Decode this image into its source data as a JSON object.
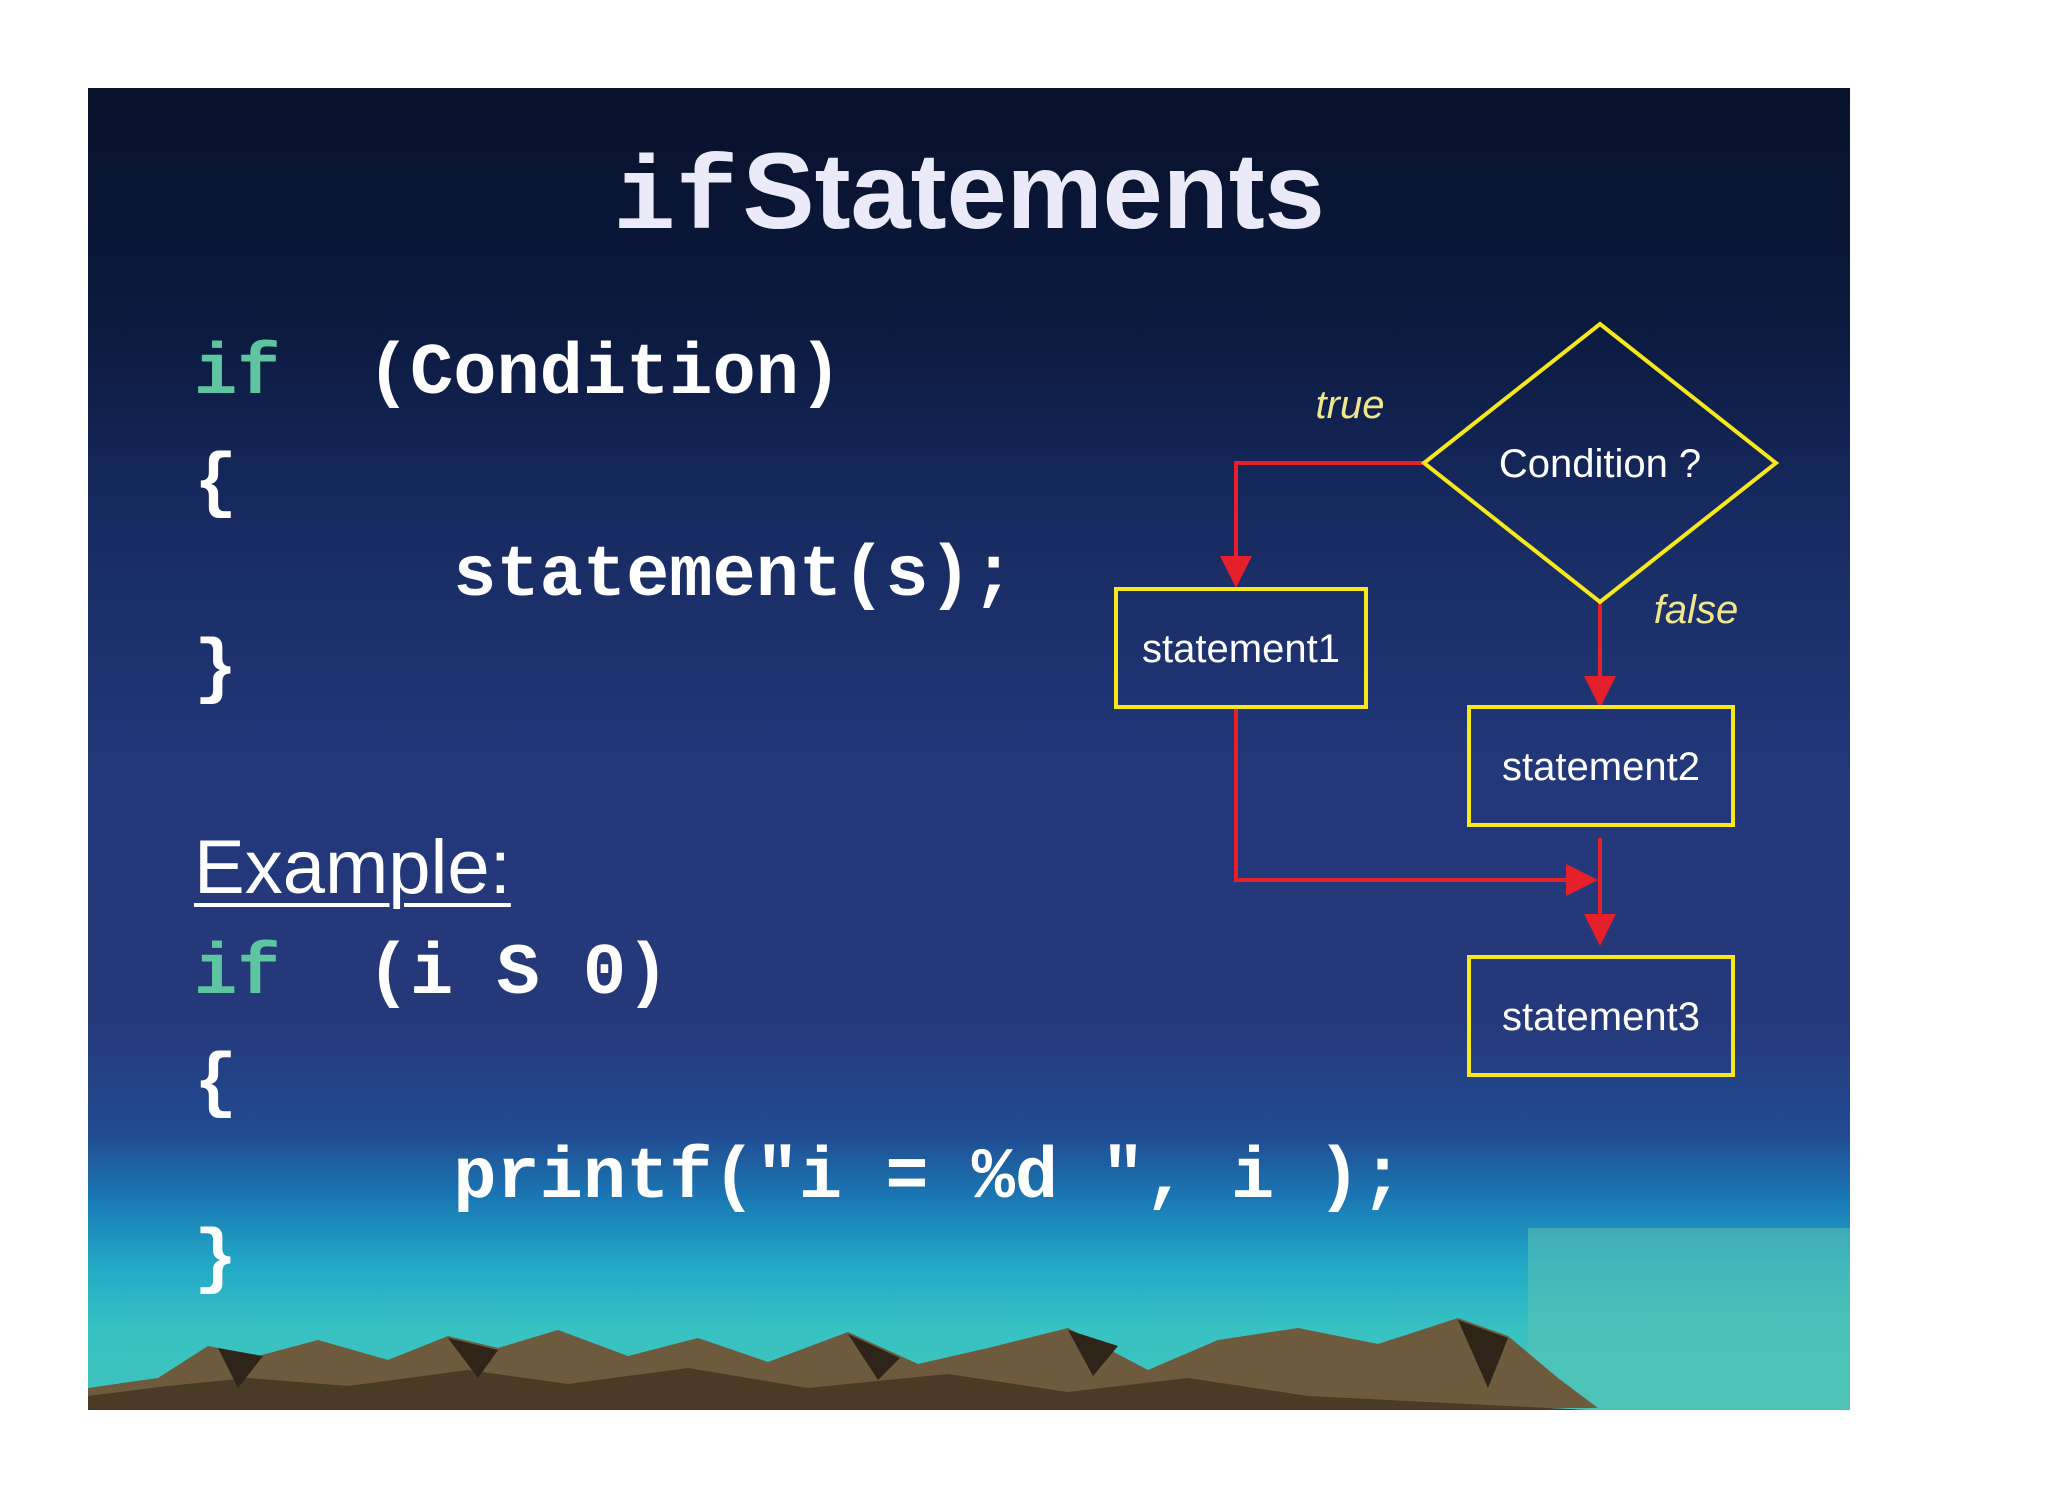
{
  "slide": {
    "title_keyword": "if",
    "title_rest": "Statements"
  },
  "syntax": {
    "line1_keyword": "if",
    "line1_rest": "  (Condition)",
    "line2": "{",
    "line3": "      statement(s);",
    "line4": "}"
  },
  "example": {
    "heading": "Example:",
    "line1_keyword": "if",
    "line1_rest": "  (i S 0)",
    "line2": "{",
    "line3": "      printf(\"i = %d \", i );",
    "line4": "}"
  },
  "flowchart": {
    "decision": "Condition ?",
    "true_label": "true",
    "false_label": "false",
    "box1": "statement1",
    "box2": "statement2",
    "box3": "statement3"
  },
  "colors": {
    "box_border": "#f7e81b",
    "arrow": "#e5202a",
    "keyword": "#5fc4a0"
  }
}
